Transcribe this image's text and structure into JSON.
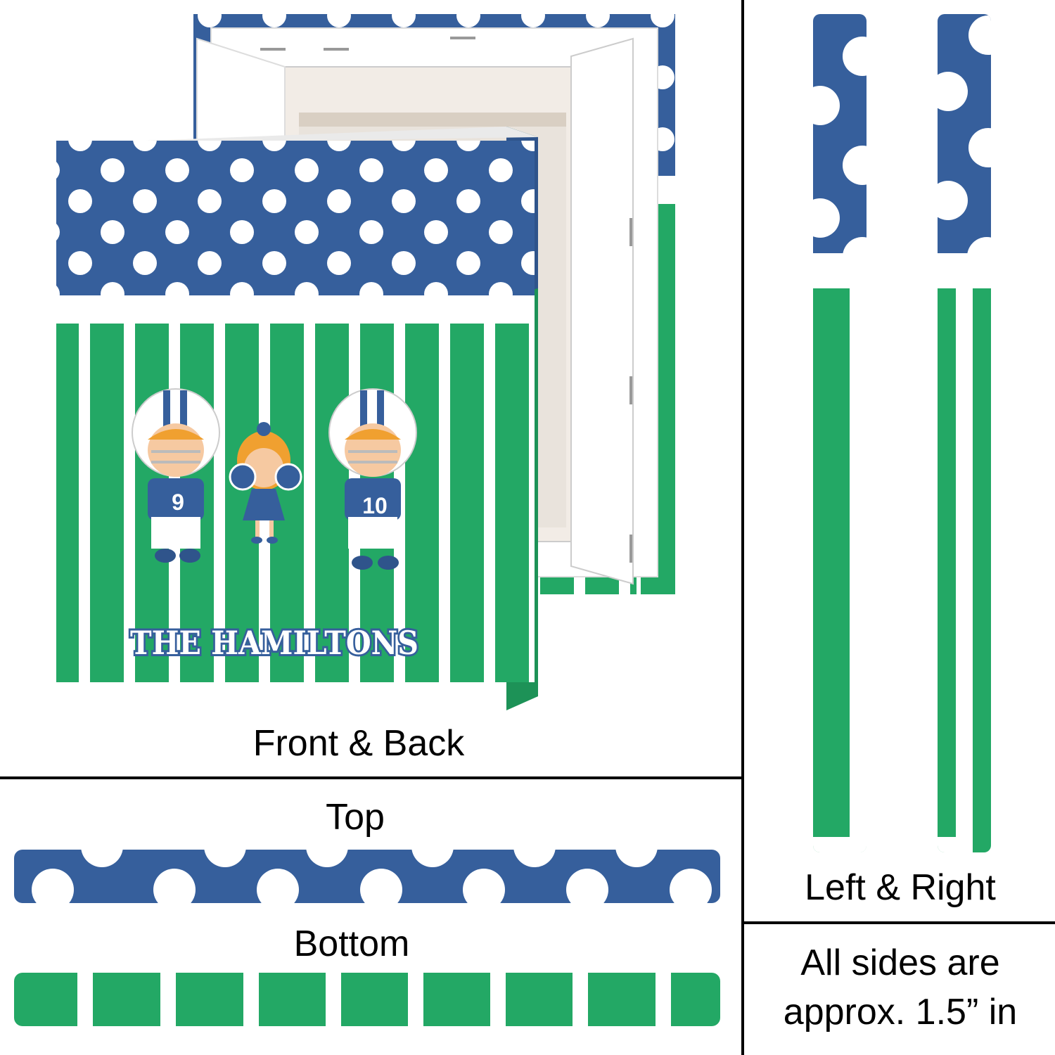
{
  "captions": {
    "front_back": "Front & Back",
    "top": "Top",
    "bottom": "Bottom",
    "left_right": "Left & Right",
    "note_line1": "All sides are",
    "note_line2": "approx. 1.5” in"
  },
  "design": {
    "team_name": "THE HAMILTONS",
    "player_numbers": [
      "9",
      "10"
    ]
  },
  "colors": {
    "blue": "#365f9c",
    "green": "#23a865",
    "white": "#ffffff",
    "divider": "#000000"
  }
}
